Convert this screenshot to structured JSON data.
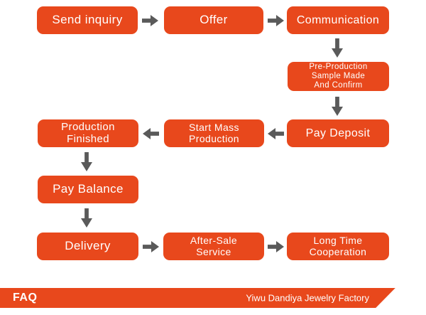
{
  "colors": {
    "box": "#E8481C",
    "arrow": "#5A5A5A",
    "bar": "#E8481C",
    "text": "#FFFFFF"
  },
  "flowchart": {
    "nodes": {
      "send_inquiry": {
        "label": "Send inquiry"
      },
      "offer": {
        "label": "Offer"
      },
      "communication": {
        "label": "Communication"
      },
      "pre_production": {
        "label": "Pre-Production\nSample Made\nAnd Confirm"
      },
      "pay_deposit": {
        "label": "Pay Deposit"
      },
      "start_mass_production": {
        "label": "Start Mass\nProduction"
      },
      "production_finished": {
        "label": "Production\nFinished"
      },
      "pay_balance": {
        "label": "Pay Balance"
      },
      "delivery": {
        "label": "Delivery"
      },
      "after_sale_service": {
        "label": "After-Sale\nService"
      },
      "long_time_cooperation": {
        "label": "Long Time\nCooperation"
      }
    },
    "edges": [
      {
        "from": "send_inquiry",
        "to": "offer",
        "direction": "right"
      },
      {
        "from": "offer",
        "to": "communication",
        "direction": "right"
      },
      {
        "from": "communication",
        "to": "pre_production",
        "direction": "down"
      },
      {
        "from": "pre_production",
        "to": "pay_deposit",
        "direction": "down"
      },
      {
        "from": "pay_deposit",
        "to": "start_mass_production",
        "direction": "left"
      },
      {
        "from": "start_mass_production",
        "to": "production_finished",
        "direction": "left"
      },
      {
        "from": "production_finished",
        "to": "pay_balance",
        "direction": "down"
      },
      {
        "from": "pay_balance",
        "to": "delivery",
        "direction": "down"
      },
      {
        "from": "delivery",
        "to": "after_sale_service",
        "direction": "right"
      },
      {
        "from": "after_sale_service",
        "to": "long_time_cooperation",
        "direction": "right"
      }
    ]
  },
  "footer": {
    "faq": "FAQ",
    "company": "Yiwu Dandiya Jewelry Factory"
  }
}
